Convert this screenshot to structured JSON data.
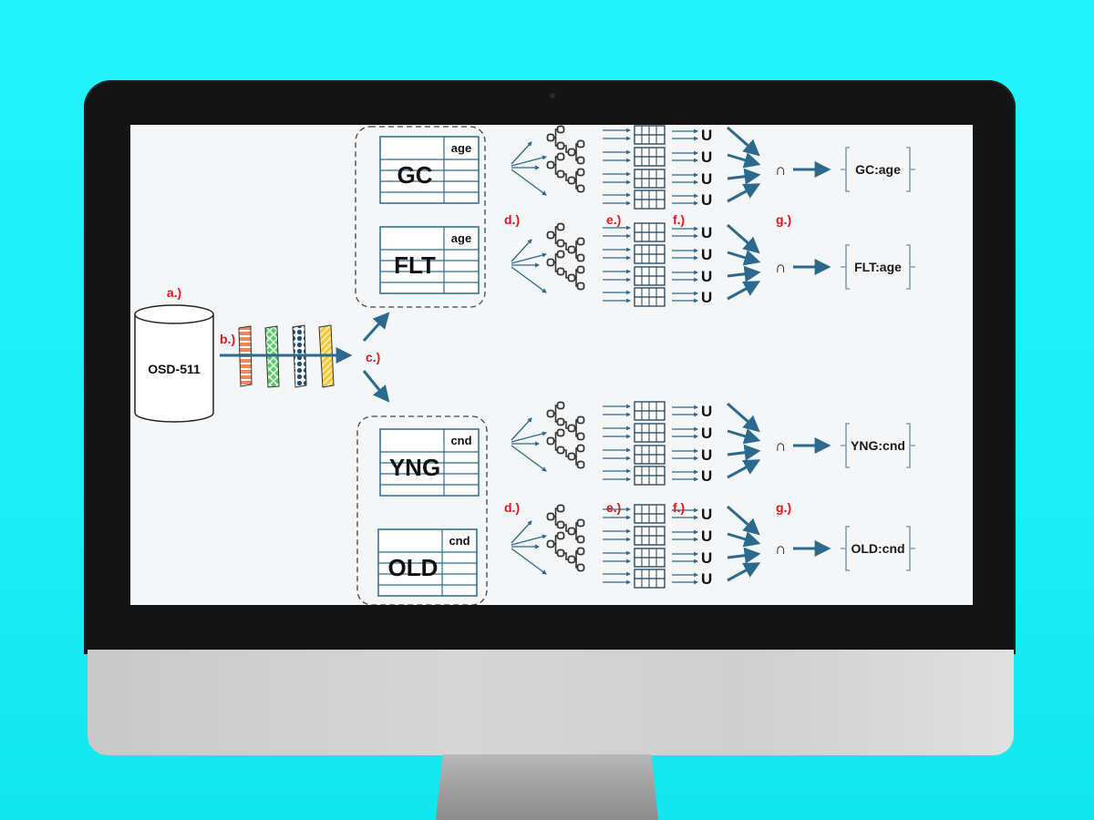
{
  "diagram": {
    "database": {
      "label": "OSD-511",
      "step": "a.)"
    },
    "filters": {
      "step": "b.)",
      "count": 4,
      "colors": [
        "#f0875a",
        "#5cc96a",
        "#1c4f7a",
        "#f4c93c"
      ],
      "patterns": [
        "horizontal-stripes",
        "crosshatch",
        "dots",
        "diagonal-hatch"
      ]
    },
    "split": {
      "step": "c.)"
    },
    "groups": [
      {
        "tables": [
          {
            "name": "GC",
            "column": "age",
            "result": "GC:age"
          },
          {
            "name": "FLT",
            "column": "age",
            "result": "FLT:age"
          }
        ]
      },
      {
        "tables": [
          {
            "name": "YNG",
            "column": "cnd",
            "result": "YNG:cnd"
          },
          {
            "name": "OLD",
            "column": "cnd",
            "result": "OLD:cnd"
          }
        ]
      }
    ],
    "steps": {
      "d": "d.)",
      "e": "e.)",
      "f": "f.)",
      "g": "g.)"
    },
    "operators": {
      "union": "U",
      "intersection": "∩"
    },
    "colors": {
      "arrow": "#2b6a8e",
      "label": "#e8141c",
      "table_line": "#2b6a8e",
      "background": "#22f3fb"
    }
  }
}
